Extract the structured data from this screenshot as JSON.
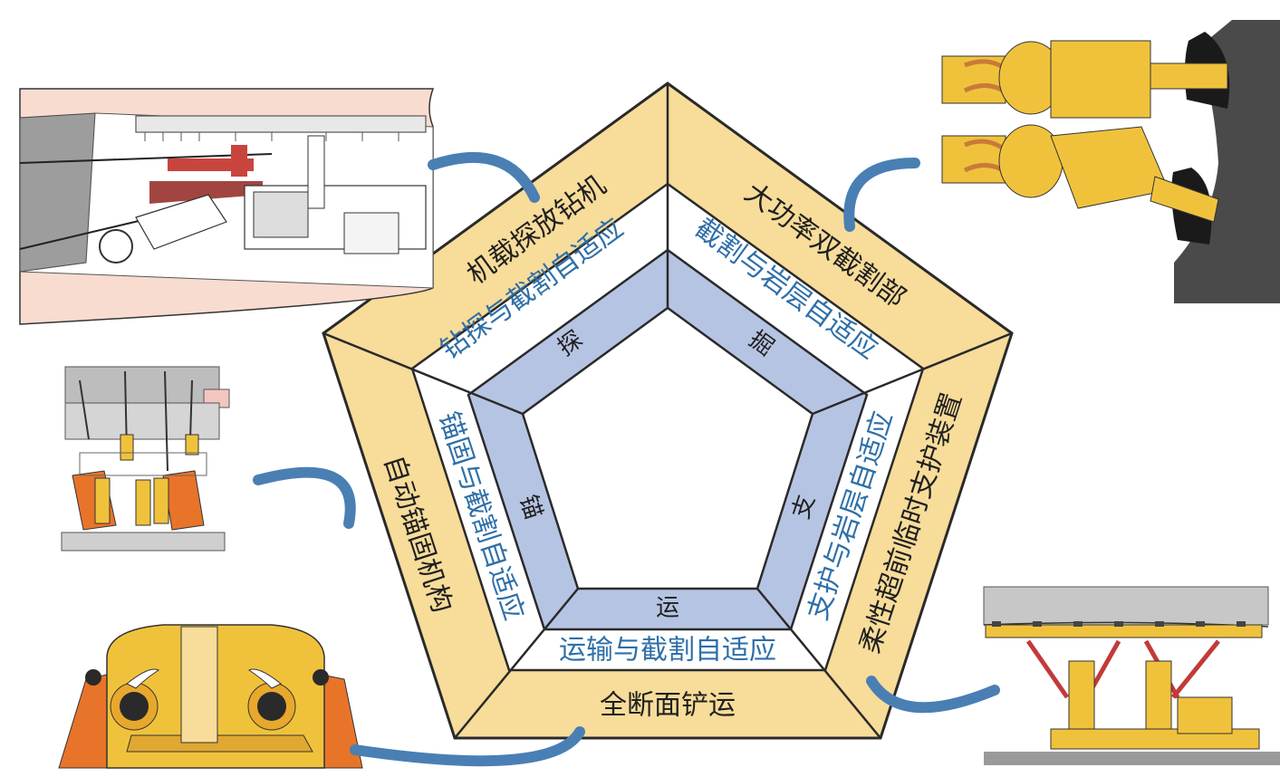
{
  "colors": {
    "outer_ring": "#f7dc9a",
    "middle_ring": "#ffffff",
    "inner_ring": "#b6c4e3",
    "edge": "#2a2a2a",
    "arrow": "#4a7fb4",
    "machine_yellow": "#f0c23c",
    "machine_orange": "#e8742a"
  },
  "outer_ring": {
    "top_left": "机载探放钻机",
    "top_right": "大功率双截割部",
    "right": "柔性超前临时支护装置",
    "bottom": "全断面铲运",
    "left": "自动锚固机构"
  },
  "middle_ring": {
    "top_left": "钻探与截割自适应",
    "top_right": "截割与岩层自适应",
    "right": "支护与岩层自适应",
    "bottom": "运输与截割自适应",
    "left": "锚固与截割自适应"
  },
  "inner_ring": {
    "top_left": "探",
    "top_right": "掘",
    "right": "支",
    "bottom": "运",
    "left": "锚"
  },
  "illustrations": {
    "top_left": "drill-rig-illustration",
    "top_right": "dual-cutting-head-illustration",
    "left": "anchor-mechanism-illustration",
    "bottom_left": "shovel-loader-illustration",
    "bottom_right": "support-device-illustration"
  }
}
